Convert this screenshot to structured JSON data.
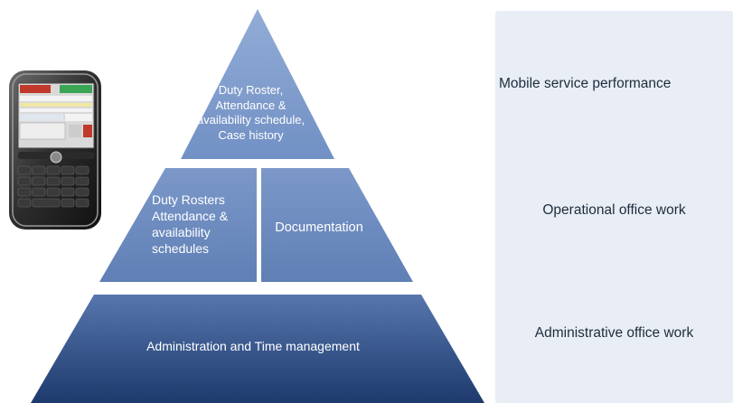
{
  "tiers": {
    "top": [
      "Duty Roster,",
      "Attendance &",
      "availability schedule,",
      "Case history"
    ],
    "middle_left": [
      "Duty Rosters",
      "Attendance &",
      "availability",
      "schedules"
    ],
    "middle_right": "Documentation",
    "base": "Administration and Time management"
  },
  "levels": {
    "mobile": "Mobile service performance",
    "operational": "Operational office work",
    "administrative": "Administrative office work"
  },
  "colors": {
    "top_tier": "#7f9ccb",
    "middle_tier": "#6a88bd",
    "base_tier_light": "#4f6fa6",
    "base_tier_dark": "#223f73",
    "panel": "#e9eef6"
  },
  "icons": {
    "phone": "smartphone-icon"
  }
}
